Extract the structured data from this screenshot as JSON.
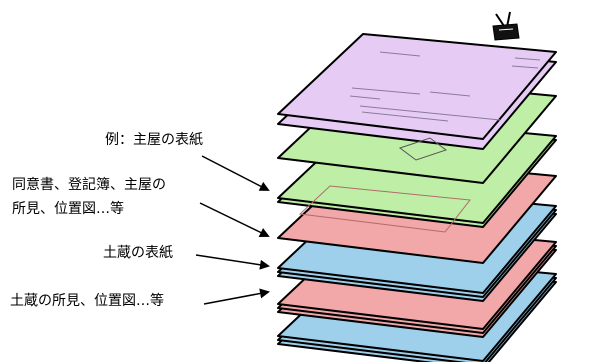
{
  "labels": {
    "l1": "例：主屋の表紙",
    "l2a": "同意書、登記簿、主屋の",
    "l2b": "所見、位置図…等",
    "l3": "土蔵の表紙",
    "l4": "土蔵の所見、位置図…等"
  },
  "colors": {
    "purple": "#e6ccf5",
    "green": "#bfeea6",
    "red": "#f2a7a9",
    "blue": "#9ed0ec",
    "outline": "#000000"
  },
  "icons": [
    "binder-clip-icon",
    "seal-stamp-icon"
  ]
}
